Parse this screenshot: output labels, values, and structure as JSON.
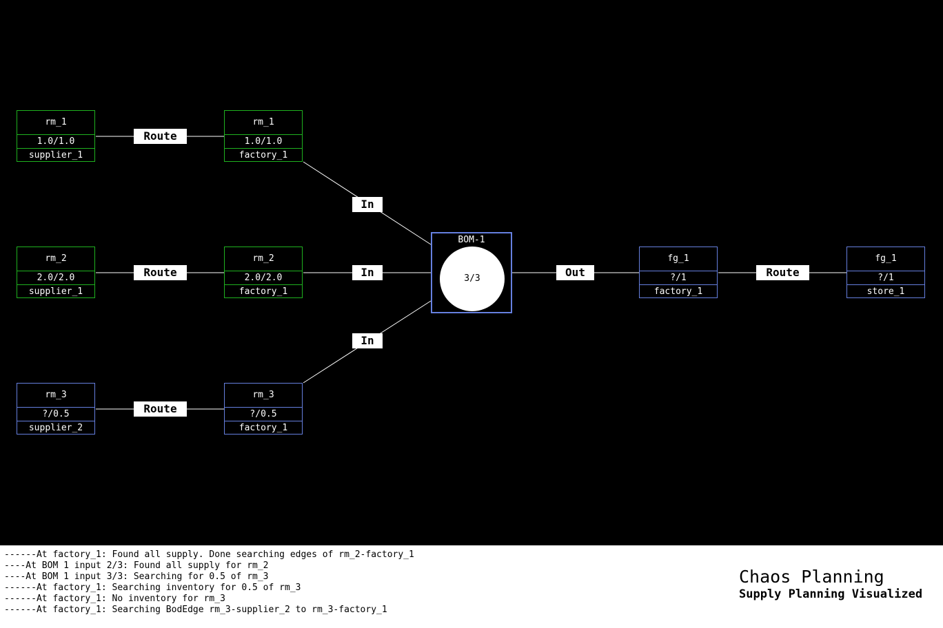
{
  "graph": {
    "nodes": [
      {
        "id": "n-rm1-sup",
        "name": "rm_1",
        "qty": "1.0/1.0",
        "loc": "supplier_1",
        "color": "green"
      },
      {
        "id": "n-rm1-fac",
        "name": "rm_1",
        "qty": "1.0/1.0",
        "loc": "factory_1",
        "color": "green"
      },
      {
        "id": "n-rm2-sup",
        "name": "rm_2",
        "qty": "2.0/2.0",
        "loc": "supplier_1",
        "color": "green"
      },
      {
        "id": "n-rm2-fac",
        "name": "rm_2",
        "qty": "2.0/2.0",
        "loc": "factory_1",
        "color": "green"
      },
      {
        "id": "n-rm3-sup",
        "name": "rm_3",
        "qty": "?/0.5",
        "loc": "supplier_2",
        "color": "blue"
      },
      {
        "id": "n-rm3-fac",
        "name": "rm_3",
        "qty": "?/0.5",
        "loc": "factory_1",
        "color": "blue"
      },
      {
        "id": "n-fg1-fac",
        "name": "fg_1",
        "qty": "?/1",
        "loc": "factory_1",
        "color": "blue"
      },
      {
        "id": "n-fg1-store",
        "name": "fg_1",
        "qty": "?/1",
        "loc": "store_1",
        "color": "blue"
      }
    ],
    "bom": {
      "title": "BOM-1",
      "progress": "3/3"
    },
    "edge_labels": {
      "route": "Route",
      "in": "In",
      "out": "Out"
    }
  },
  "log_lines": [
    "------At factory_1: Found all supply. Done searching edges of rm_2-factory_1",
    "----At BOM 1 input 2/3: Found all supply for rm_2",
    "----At BOM 1 input 3/3: Searching for 0.5 of rm_3",
    "------At factory_1: Searching inventory for 0.5 of rm_3",
    "------At factory_1: No inventory for rm_3",
    "------At factory_1: Searching BodEdge rm_3-supplier_2 to rm_3-factory_1"
  ],
  "brand": {
    "title": "Chaos Planning",
    "subtitle": "Supply Planning Visualized"
  },
  "colors": {
    "feasible": "#1fb31f",
    "pending": "#6680e0",
    "background": "#000000"
  }
}
